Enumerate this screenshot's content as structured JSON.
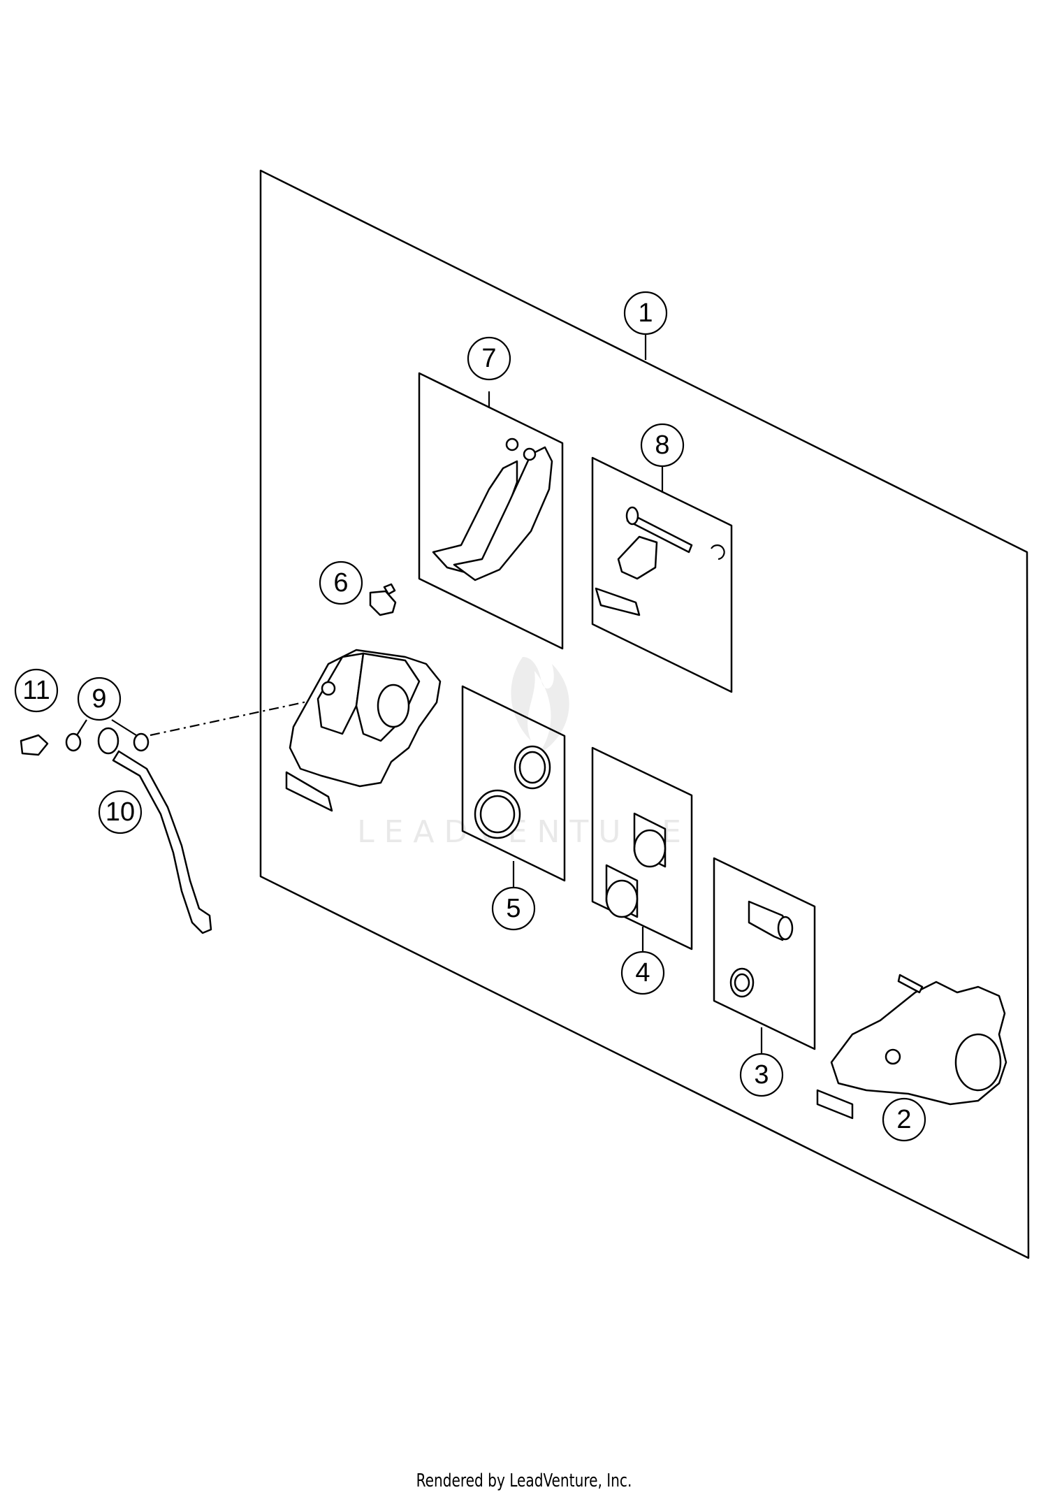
{
  "watermark": {
    "text": "LEADVENTURE"
  },
  "footer": {
    "text": "Rendered by LeadVenture, Inc."
  },
  "callouts": {
    "c1": "1",
    "c2": "2",
    "c3": "3",
    "c4": "4",
    "c5": "5",
    "c6": "6",
    "c7": "7",
    "c8": "8",
    "c9": "9",
    "c10": "10",
    "c11": "11"
  }
}
